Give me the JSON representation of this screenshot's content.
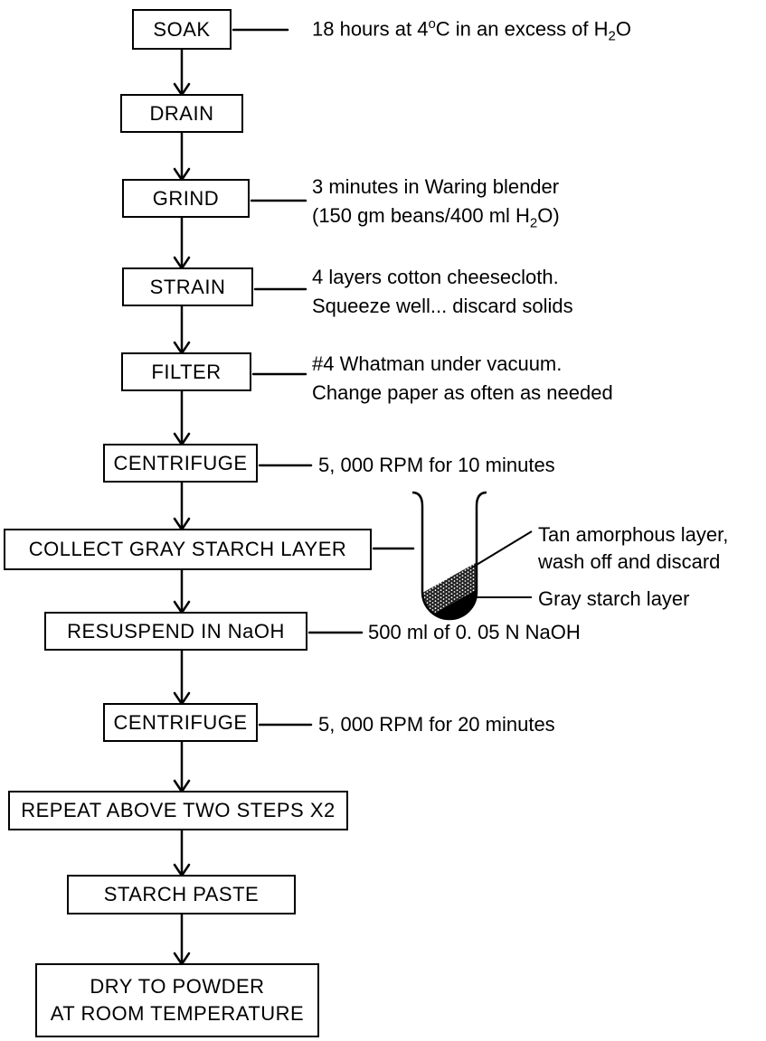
{
  "steps": [
    {
      "id": "soak",
      "label": "SOAK"
    },
    {
      "id": "drain",
      "label": "DRAIN"
    },
    {
      "id": "grind",
      "label": "GRIND"
    },
    {
      "id": "strain",
      "label": "STRAIN"
    },
    {
      "id": "filter",
      "label": "FILTER"
    },
    {
      "id": "centrifuge-1",
      "label": "CENTRIFUGE"
    },
    {
      "id": "collect",
      "label": "COLLECT GRAY STARCH LAYER"
    },
    {
      "id": "resuspend",
      "label": "RESUSPEND IN NaOH"
    },
    {
      "id": "centrifuge-2",
      "label": "CENTRIFUGE"
    },
    {
      "id": "repeat",
      "label": "REPEAT ABOVE TWO STEPS X2"
    },
    {
      "id": "paste",
      "label": "STARCH PASTE"
    },
    {
      "id": "dry",
      "lines": [
        "DRY TO POWDER",
        "AT ROOM TEMPERATURE"
      ]
    }
  ],
  "notes": {
    "soak": {
      "pre": "18 hours at 4",
      "sup": "o",
      "mid": "C   in an excess of H",
      "sub": "2",
      "post": "O"
    },
    "grind": {
      "line1": "3 minutes in Waring blender",
      "line2_pre": "(150 gm beans/400 ml H",
      "line2_sub": "2",
      "line2_post": "O)"
    },
    "strain": {
      "line1": "4 layers cotton cheesecloth.",
      "line2": "Squeeze well... discard solids"
    },
    "filter": {
      "line1": "#4 Whatman under vacuum.",
      "line2": "Change paper as often as needed"
    },
    "centrifuge_1": "5, 000 RPM for 10 minutes",
    "resuspend": "500 ml of 0. 05 N NaOH",
    "centrifuge_2": "5, 000 RPM for 20 minutes"
  },
  "tube": {
    "tan_label_line1": "Tan amorphous layer,",
    "tan_label_line2": "wash off and discard",
    "gray_label": "Gray starch layer"
  }
}
